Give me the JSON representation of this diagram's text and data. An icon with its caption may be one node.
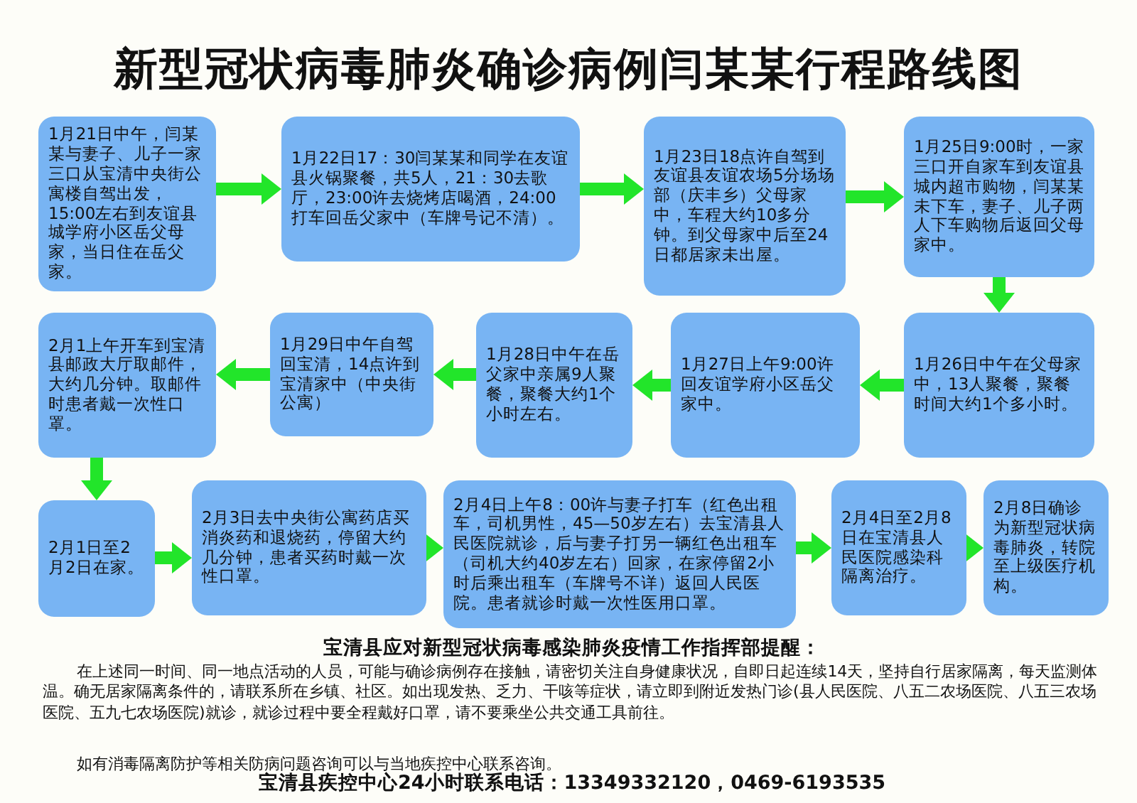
{
  "diagram": {
    "title": "新型冠状病毒肺炎确诊病例闫某某行程路线图",
    "nodes": [
      {
        "text": [
          "1月21日中午，闫某某与妻子、儿子一家三口从宝清中央街公寓楼自驾出发，15:00左右到友谊县城学府小区岳父母家，当日住在岳父家。"
        ]
      },
      {
        "text": [
          "1月22日17：30闫某某和同学在友谊县火锅聚餐，共5人，21：30去歌厅，23:00许去烧烤店喝酒，24:00打车回岳父家中（车牌号记不清）。"
        ]
      },
      {
        "text": [
          "1月23日18点许自驾到友谊县友谊农场5分场场部（庆丰乡）父母家中，车程大约10多分钟。到父母家中后至24日都居家未出屋。"
        ]
      },
      {
        "text": [
          "1月25日9:00时，一家三口开自家车到友谊县城内超市购物，闫某某未下车，妻子、儿子两人下车购物后返回父母家中。"
        ]
      },
      {
        "text": [
          "1月26日中午在父母家中，13人聚餐，聚餐时间大约1个多小时。"
        ]
      },
      {
        "text": [
          "1月27日上午9:00许回友谊学府小区岳父家中。"
        ]
      },
      {
        "text": [
          "1月28日中午在岳父家中亲属9人聚餐，聚餐大约1个小时左右。"
        ]
      },
      {
        "text": [
          "1月29日中午自驾回宝清，14点许到宝清家中（中央街公寓）"
        ]
      },
      {
        "text": [
          "2月1上午开车到宝清县邮政大厅取邮件，大约几分钟。取邮件时患者戴一次性口罩。"
        ]
      },
      {
        "text": [
          "2月1日至2月2日在家。"
        ]
      },
      {
        "text": [
          "2月3日去中央街公寓药店买消炎药和退烧药，停留大约几分钟，患者买药时戴一次性口罩。"
        ]
      },
      {
        "text": [
          "2月4日上午8：00许与妻子打车（红色出租车，司机男性，45—50岁左右）去宝清县人民医院就诊，后与妻子打另一辆红色出租车（司机大约40岁左右）回家，在家停留2小时后乘出租车（车牌号不详）返回人民医院。患者就诊时戴一次性医用口罩。"
        ]
      },
      {
        "text": [
          "2月4日至2月8日在宝清县人民医院感染科隔离治疗。"
        ]
      },
      {
        "text": [
          "2月8日确诊为新型冠状病毒肺炎，转院至上级医疗机构。"
        ]
      }
    ],
    "edges": [
      {
        "from": 0,
        "to": 1,
        "arrow": "to"
      },
      {
        "from": 1,
        "to": 2,
        "arrow": "to"
      },
      {
        "from": 2,
        "to": 3,
        "arrow": "to"
      },
      {
        "from": 3,
        "to": 4,
        "arrow": "to"
      },
      {
        "from": 4,
        "to": 5,
        "arrow": "to"
      },
      {
        "from": 5,
        "to": 6,
        "arrow": "to"
      },
      {
        "from": 6,
        "to": 7,
        "arrow": "to"
      },
      {
        "from": 7,
        "to": 8,
        "arrow": "to"
      },
      {
        "from": 8,
        "to": 9,
        "arrow": "to"
      },
      {
        "from": 9,
        "to": 10,
        "arrow": "to"
      },
      {
        "from": 10,
        "to": 11,
        "arrow": "to"
      },
      {
        "from": 11,
        "to": 12,
        "arrow": "to"
      },
      {
        "from": 12,
        "to": 13,
        "arrow": "to"
      }
    ],
    "labels": [
      "宝清县应对新型冠状病毒感染肺炎疫情工作指挥部提醒：",
      "在上述同一时间、同一地点活动的人员，可能与确诊病例存在接触，请密切关注自身健康状况，自即日起连续14天，坚持自行居家隔离，每天监测体温。确无居家隔离条件的，请联系所在乡镇、社区。如出现发热、乏力、干咳等症状，请立即到附近发热门诊(县人民医院、八五二农场医院、八五三农场医院、五九七农场医院)就诊，就诊过程中要全程戴好口罩，请不要乘坐公共交通工具前往。",
      "如有消毒隔离防护等相关防病问题咨询可以与当地疾控中心联系咨询。",
      "宝清县疾控中心24小时联系电话：13349332120，0469-6193535"
    ]
  }
}
